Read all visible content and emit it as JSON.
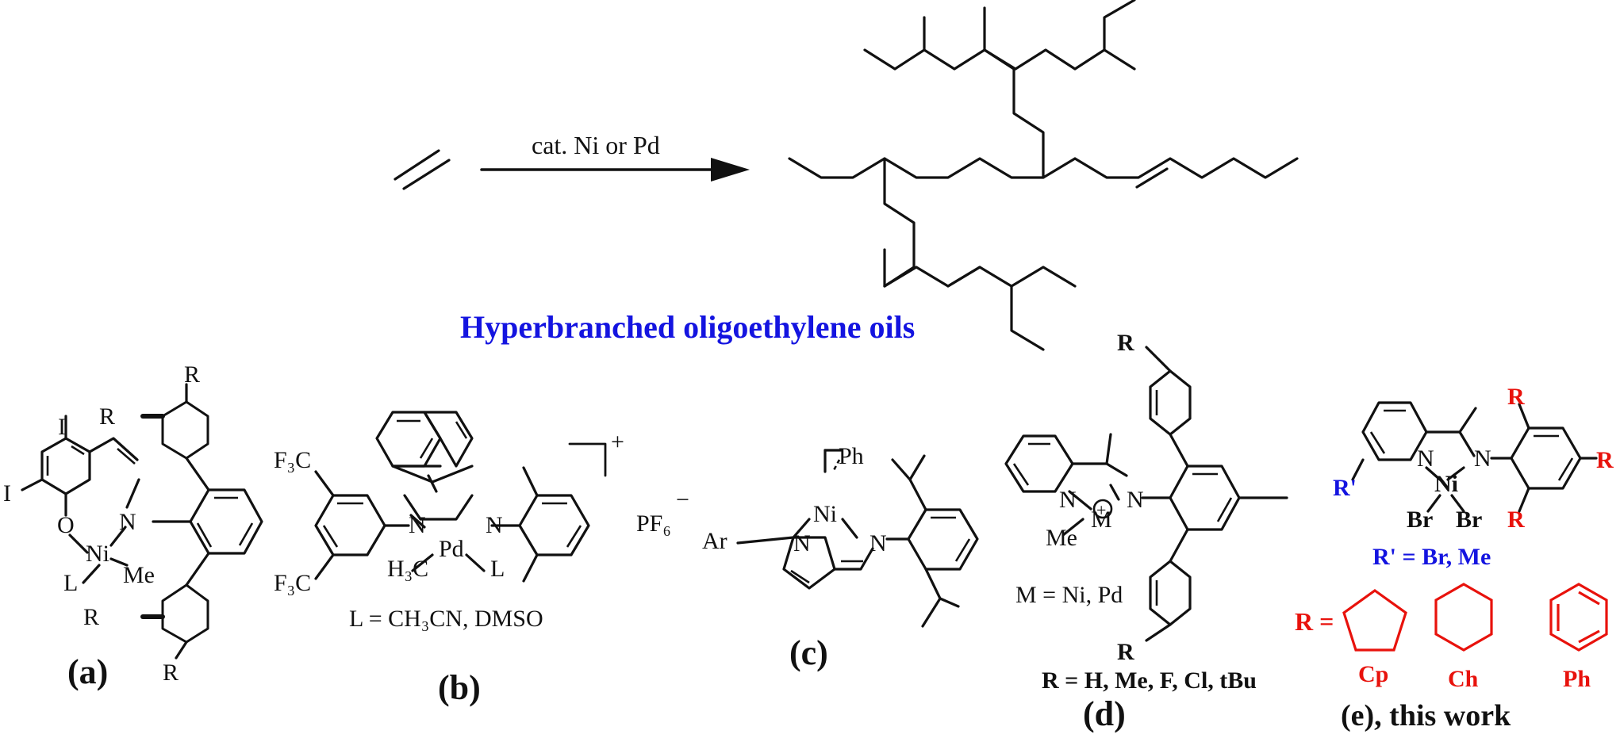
{
  "reaction": {
    "condition": "cat. Ni or Pd",
    "product_caption": "Hyperbranched oligoethylene oils"
  },
  "complexes": {
    "a": {
      "label": "(a)",
      "atoms": {
        "i1": "I",
        "i2": "I",
        "o": "O",
        "n": "N",
        "ni": "Ni",
        "l": "L",
        "me": "Me",
        "r1": "R",
        "r2": "R",
        "r3": "R",
        "r4": "R"
      }
    },
    "b": {
      "label": "(b)",
      "note": "L = CH₃CN, DMSO",
      "atoms": {
        "cf3a": "F₃C",
        "cf3b": "F₃C",
        "n1": "N",
        "n2": "N",
        "pd": "Pd",
        "h3c": "H₃C",
        "l": "L",
        "pf6": "PF₆",
        "charge_plus": "+",
        "charge_minus": "−"
      }
    },
    "c": {
      "label": "(c)",
      "atoms": {
        "ph": "Ph",
        "ni": "Ni",
        "n1": "N",
        "n2": "N",
        "ar": "Ar"
      }
    },
    "d": {
      "label": "(d)",
      "note": "M = Ni, Pd",
      "subst": "R = H, Me, F, Cl, tBu",
      "atoms": {
        "n1": "N",
        "n2": "N",
        "m": "M",
        "me": "Me",
        "plus": "+",
        "r1": "R",
        "r2": "R"
      }
    },
    "e": {
      "label": "(e), this work",
      "rprime": "R' = Br, Me",
      "r_eq": "R =",
      "atoms": {
        "n1": "N",
        "n2": "N",
        "ni": "Ni",
        "br1": "Br",
        "br2": "Br",
        "rp": "R'",
        "r1": "R",
        "r2": "R",
        "r3": "R"
      },
      "groups": [
        "Cp",
        "Ch",
        "Ph"
      ]
    }
  }
}
